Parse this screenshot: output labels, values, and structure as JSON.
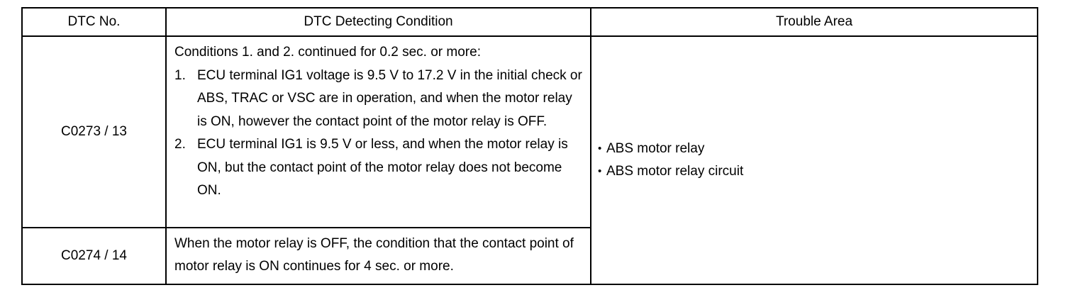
{
  "headers": {
    "dtc_no": "DTC No.",
    "condition": "DTC Detecting Condition",
    "trouble_area": "Trouble Area"
  },
  "rows": [
    {
      "dtc": "C0273 / 13",
      "intro": "Conditions 1. and 2. continued for 0.2 sec. or more:",
      "items": [
        {
          "num": "1.",
          "text": "ECU terminal IG1 voltage is 9.5 V to 17.2 V in the initial check or ABS, TRAC or VSC are in operation, and when the motor relay is ON, however the contact point of the motor relay is OFF."
        },
        {
          "num": "2.",
          "text": "ECU terminal IG1 is 9.5 V or less, and when the motor relay is ON, but the contact point of the motor relay does not become ON."
        }
      ]
    },
    {
      "dtc": "C0274 / 14",
      "condition": "When the motor relay is OFF, the condition that the contact point of motor relay is ON continues for 4 sec. or more."
    }
  ],
  "trouble_area": {
    "bullet": "•",
    "items": [
      "ABS motor relay",
      "ABS motor relay circuit"
    ]
  }
}
